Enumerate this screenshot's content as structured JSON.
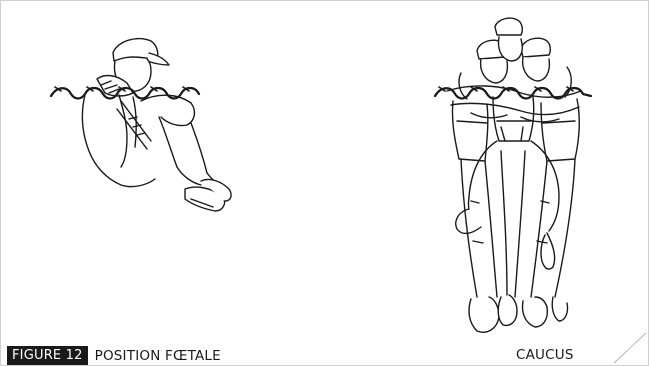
{
  "figure": {
    "badge": "FIGURE 12",
    "title": "POSITION FŒTALE",
    "right_caption": "CAUCUS"
  },
  "illustrations": [
    {
      "name": "fetal-position-person",
      "water_line": true
    },
    {
      "name": "huddle-group",
      "water_line": true
    }
  ],
  "colors": {
    "line": "#1a1a1a",
    "badge_bg": "#1a1a1a",
    "badge_text": "#ffffff",
    "page_border": "#cfcfcf"
  }
}
